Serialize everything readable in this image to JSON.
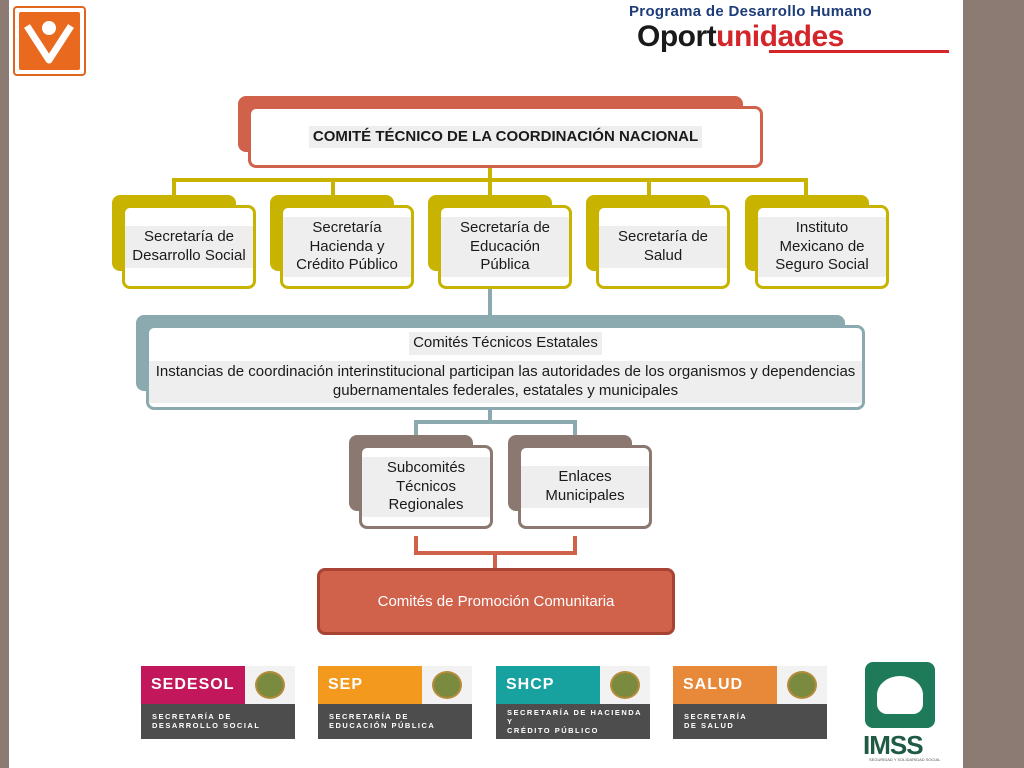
{
  "header": {
    "program_line": "Programa de Desarrollo Humano",
    "program_name_a": "Oport",
    "program_name_b": "unidades"
  },
  "org": {
    "top": "COMITÉ TÉCNICO DE LA COORDINACIÓN NACIONAL",
    "secretarias": [
      "Secretaría de Desarrollo Social",
      "Secretaría Hacienda y Crédito Público",
      "Secretaría de Educación Pública",
      "Secretaría de Salud",
      "Instituto Mexicano de Seguro Social"
    ],
    "estatales_title": "Comités Técnicos Estatales",
    "estatales_desc": "Instancias de coordinación interinstitucional participan las autoridades de los organismos y dependencias gubernamentales federales, estatales y municipales",
    "subcomites": "Subcomités Técnicos Regionales",
    "enlaces": "Enlaces Municipales",
    "promocion": "Comités de Promoción Comunitaria"
  },
  "footer": {
    "agencies": [
      {
        "name": "SEDESOL",
        "line1": "SECRETARÍA DE",
        "line2": "DESARROLLO SOCIAL",
        "color": "#c2185b"
      },
      {
        "name": "SEP",
        "line1": "SECRETARÍA DE",
        "line2": "EDUCACIÓN PÚBLICA",
        "color": "#f39a1e"
      },
      {
        "name": "SHCP",
        "line1": "SECRETARÍA DE HACIENDA Y",
        "line2": "CRÉDITO PÚBLICO",
        "color": "#17a2a0"
      },
      {
        "name": "SALUD",
        "line1": "SECRETARÍA",
        "line2": "DE SALUD",
        "color": "#e8893a"
      }
    ],
    "imss": {
      "name": "IMSS",
      "tagline": "SEGURIDAD Y SOLIDARIDAD SOCIAL"
    }
  }
}
